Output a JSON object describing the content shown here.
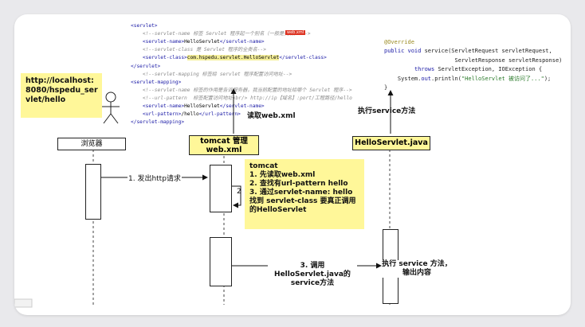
{
  "xml": {
    "l1": "<servlet>",
    "l2": "<!--servlet-name 标签 Servlet 程序起一个别名（一般是类名） -->",
    "l3a": "<servlet-name>",
    "l3b": "HelloServlet",
    "l3c": "</servlet-name>",
    "l4": "<!--servlet-class 是 Servlet 程序的全类名-->",
    "l5a": "<servlet-class>",
    "l5b": "com.hspedu.servlet.HelloServlet",
    "l5c": "</servlet-class>",
    "l6": "</servlet>",
    "l7": "<!--servlet-mapping 标签给 servlet 程序配置访问地址-->",
    "l8": "<servlet-mapping>",
    "l9": "<!--servlet-name 标签的作用是告诉服务器，我当前配置的地址给哪个 Servlet 程序-->",
    "l10": "<!--url-pattern  标签配置访问地址<br/> http://ip【域名】:port/工程路径/hello",
    "l11a": "<servlet-name>",
    "l11b": "HelloServlet",
    "l11c": "</servlet-name>",
    "l12a": "<url-pattern>",
    "l12b": "/hello",
    "l12c": "</url-pattern>",
    "l13": "</servlet-mapping>",
    "badge": "web.xml"
  },
  "java": {
    "l1": "@Override",
    "l2a": "public void ",
    "l2b": "service",
    "l2c": "(ServletRequest servletRequest,",
    "l3": "ServletResponse servletResponse)",
    "l4a": "throws ",
    "l4b": "ServletException, IOException {",
    "l5a": "System.",
    "l5b": "out",
    "l5c": ".println(",
    "l5d": "\"HelloServlet 被访问了...\"",
    "l5e": ");",
    "l6": "}"
  },
  "url_note": "http://localhost:8080/hspedu_servlet/hello",
  "labels": {
    "read_xml": "读取web.xml",
    "exec_service": "执行service方法",
    "browser": "浏览器",
    "tomcat_box": "tomcat 管理web.xml",
    "hello_box": "HelloServlet.java",
    "step1": "1. 发出http请求",
    "step2": "2",
    "step3": "3. 调用HelloServlet.java的service方法",
    "exec_output": "执行 service 方法，输出内容"
  },
  "tomcat_note": {
    "title": "tomcat",
    "s1": "1. 先读取web.xml",
    "s2": "2. 查找有url-pattern hello",
    "s3": "3. 通过servlet-name: hello 找到 servlet-class 要真正调用的HelloServlet"
  }
}
